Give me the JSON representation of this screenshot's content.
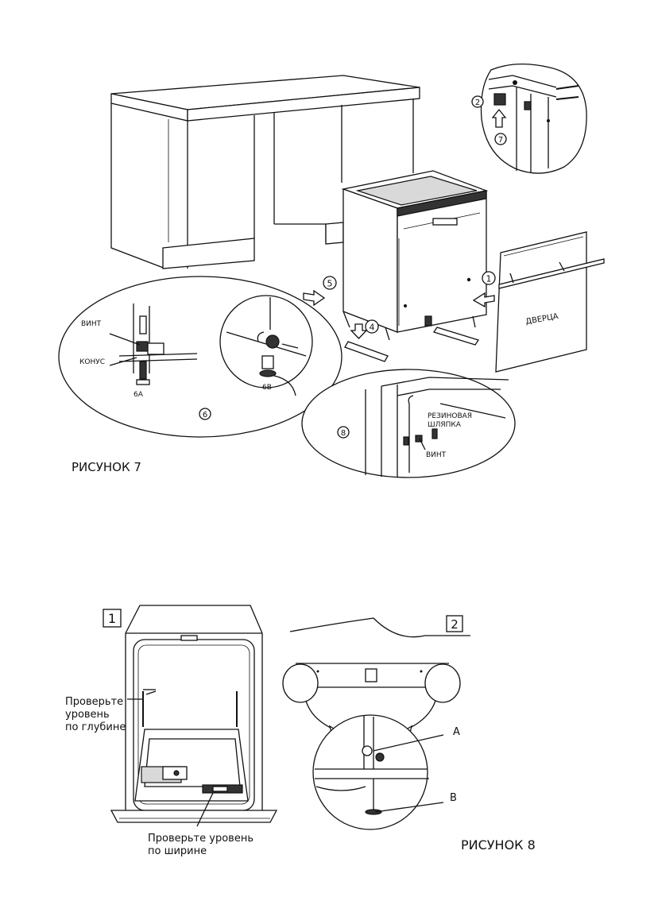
{
  "figure7": {
    "caption": "РИСУНОК 7",
    "door_label": "ДВЕРЦА",
    "screw_label": "ВИНТ",
    "cone_label": "КОНУС",
    "detail_6a": "6A",
    "detail_6b": "6B",
    "rubber_cap_line1": "РЕЗИНОВАЯ",
    "rubber_cap_line2": "ШЛЯПКА",
    "screw_label_2": "ВИНТ",
    "steps": [
      "1",
      "2",
      "4",
      "5",
      "6",
      "7",
      "8"
    ]
  },
  "figure8": {
    "caption": "РИСУНОК 8",
    "panel1_number": "1",
    "panel2_number": "2",
    "depth_check_line1": "Проверьте",
    "depth_check_line2": "уровень",
    "depth_check_line3": "по глубине",
    "width_check_line1": "Проверьте уровень",
    "width_check_line2": "по ширине",
    "point_a": "A",
    "point_b": "B"
  }
}
